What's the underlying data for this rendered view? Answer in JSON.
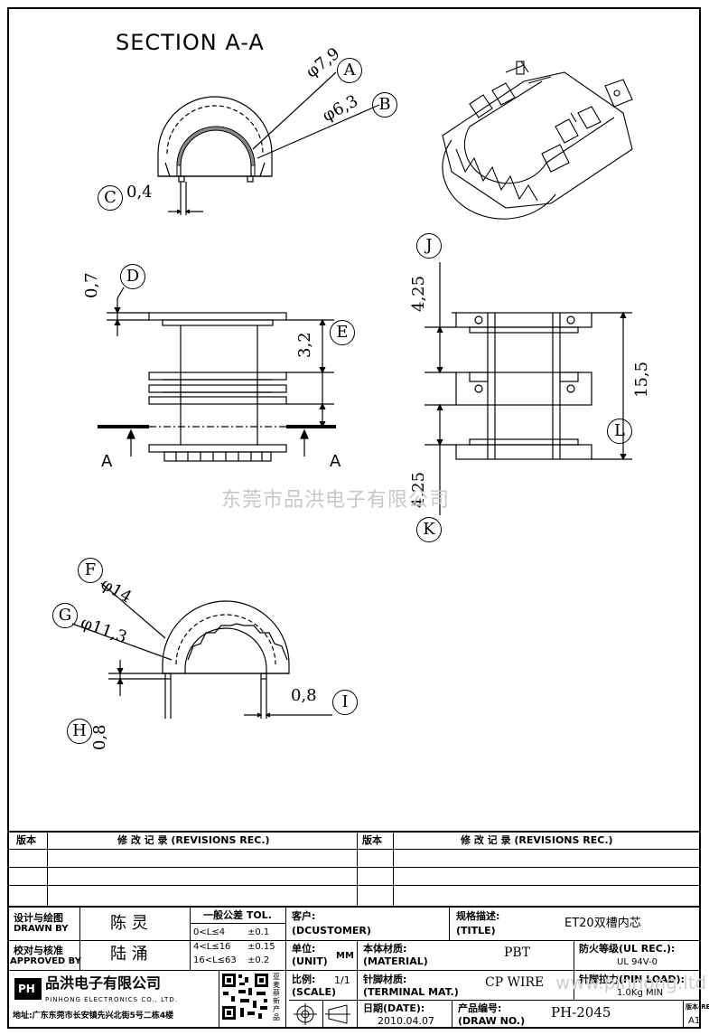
{
  "drawing": {
    "section_title": "SECTION  A-A",
    "dims": {
      "A": {
        "letter": "A",
        "value": "φ7,9"
      },
      "B": {
        "letter": "B",
        "value": "φ6,3"
      },
      "C": {
        "letter": "C",
        "value": "0,4"
      },
      "D": {
        "letter": "D",
        "value": "0,7"
      },
      "E": {
        "letter": "E",
        "value": "3,2"
      },
      "F": {
        "letter": "F",
        "value": "φ14"
      },
      "G": {
        "letter": "G",
        "value": "φ11,3"
      },
      "H": {
        "letter": "H",
        "value": "0,8"
      },
      "I": {
        "letter": "I",
        "value": "0,8"
      },
      "J": {
        "letter": "J",
        "value": "4,25"
      },
      "K": {
        "letter": "K",
        "value": "4,25"
      },
      "L": {
        "letter": "L",
        "value": "15,5"
      }
    },
    "section_mark_left": "A",
    "section_mark_right": "A",
    "watermark": "东莞市品洪电子有限公司",
    "watermark_url": "www.pinhong.ltd"
  },
  "revisions": {
    "col_ver": "版本",
    "col_rec": "修 改 记 录 (REVISIONS REC.)",
    "col_ver2": "版本",
    "col_rec2": "修 改 记 录 (REVISIONS REC.)"
  },
  "titleblock": {
    "design_label": "设计与绘图",
    "design_label_en": "DRAWN BY",
    "design_name": "陈 灵",
    "check_label": "校对与核准",
    "check_label_en": "APPROVED BY",
    "check_name": "陆 涌",
    "tol_title": "一般公差 TOL.",
    "tol_rows": [
      {
        "range": "0<L≤4",
        "tol": "±0.1"
      },
      {
        "range": "4<L≤16",
        "tol": "±0.15"
      },
      {
        "range": "16<L≤63",
        "tol": "±0.2"
      }
    ],
    "customer_label": "客户:",
    "customer_label_en": "(DCUSTOMER)",
    "spec_label": "规格描述:",
    "spec_label_en": "(TITLE)",
    "spec_value": "ET20双槽内芯",
    "unit_label": "单位:",
    "unit_label_en": "(UNIT)",
    "unit_value": "MM",
    "material_label": "本体材质:",
    "material_label_en": "(MATERIAL)",
    "material_value": "PBT",
    "fire_label": "防火等级(UL REC.):",
    "fire_value": "UL 94V-0",
    "scale_label": "比例:",
    "scale_label_en": "(SCALE)",
    "scale_value": "1/1",
    "terminal_label": "针脚材质:",
    "terminal_label_en": "(TERMINAL MAT.)",
    "terminal_value": "CP WIRE",
    "pinload_label": "针脚拉力(PIN LOAD):",
    "pinload_value": "1.0Kg MIN",
    "date_label": "日期(DATE):",
    "date_value": "2010.04.07",
    "drawno_label": "产品编号:",
    "drawno_label_en": "(DRAW NO.)",
    "drawno_value": "PH-2045",
    "rev_label": "版本(REV):",
    "rev_value": "A1",
    "company_name": "品洪电子有限公司",
    "company_en": "PINHONG ELECTRONICS CO., LTD.",
    "address": "地址:广东东莞市长安镇先兴北街5号二栋4楼",
    "logo_text": "PH",
    "qr_caption": "亚麦蔡新产品"
  }
}
